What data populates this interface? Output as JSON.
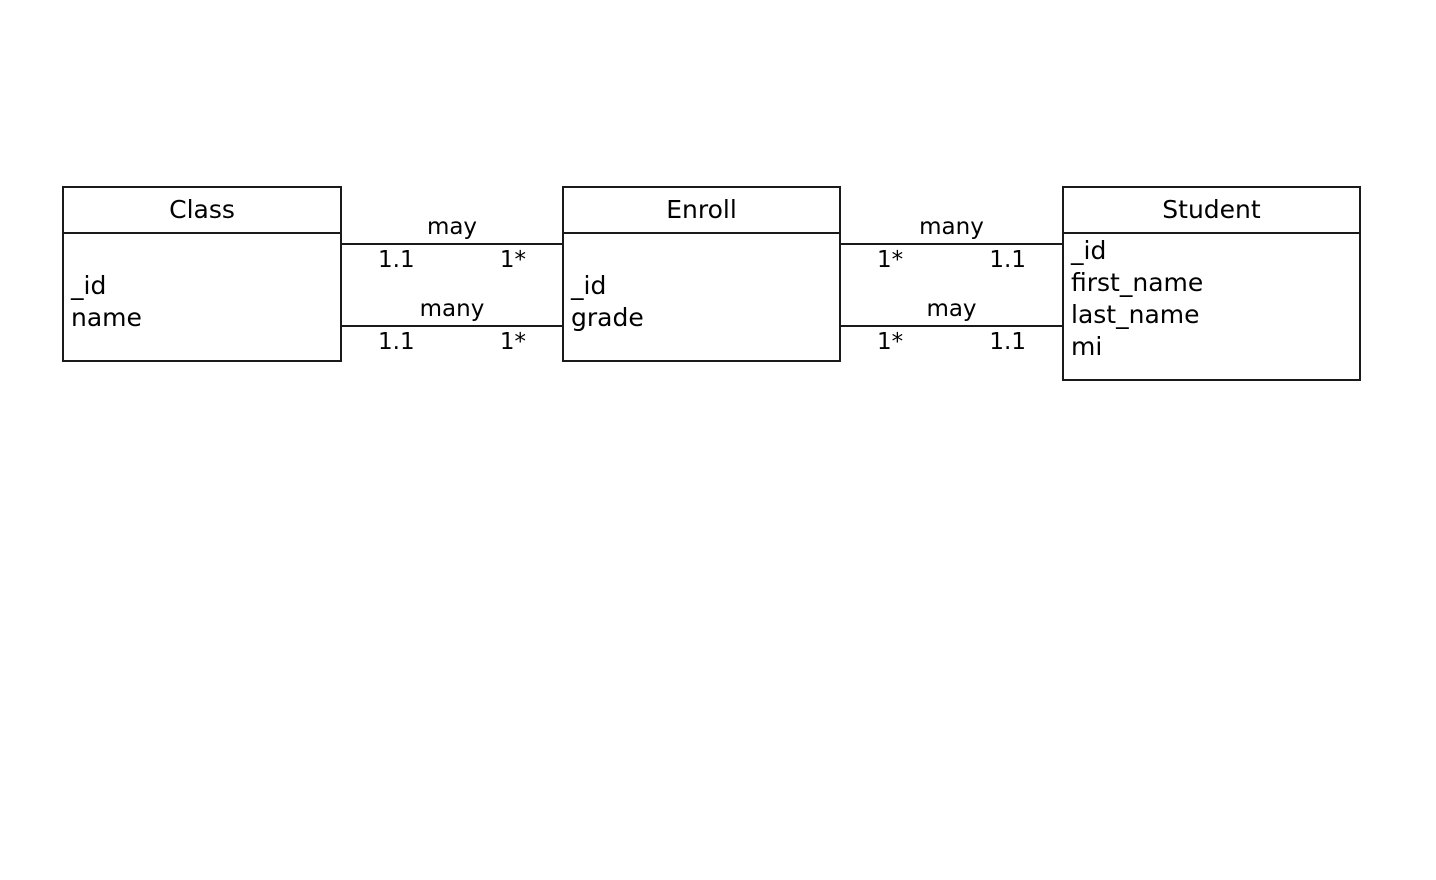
{
  "diagram": {
    "type": "entity-relationship-diagram",
    "notation": "crow-free min.max cardinality",
    "entities": [
      {
        "id": "class",
        "title": "Class",
        "attributes": [
          "_id",
          "name"
        ]
      },
      {
        "id": "enroll",
        "title": "Enroll",
        "attributes": [
          "_id",
          "grade"
        ]
      },
      {
        "id": "student",
        "title": "Student",
        "attributes": [
          "_id",
          "first_name",
          "last_name",
          "mi"
        ]
      }
    ],
    "relationships": [
      {
        "id": "class-enroll-1",
        "from": "class",
        "to": "enroll",
        "verb": "may",
        "from_cardinality": "1.1",
        "to_cardinality": "1*"
      },
      {
        "id": "class-enroll-2",
        "from": "class",
        "to": "enroll",
        "verb": "many",
        "from_cardinality": "1.1",
        "to_cardinality": "1*"
      },
      {
        "id": "enroll-student-1",
        "from": "enroll",
        "to": "student",
        "verb": "many",
        "from_cardinality": "1*",
        "to_cardinality": "1.1"
      },
      {
        "id": "enroll-student-2",
        "from": "enroll",
        "to": "student",
        "verb": "may",
        "from_cardinality": "1*",
        "to_cardinality": "1.1"
      }
    ],
    "colors": {
      "stroke": "#1a1a1a",
      "background": "#ffffff",
      "text": "#000000"
    }
  }
}
